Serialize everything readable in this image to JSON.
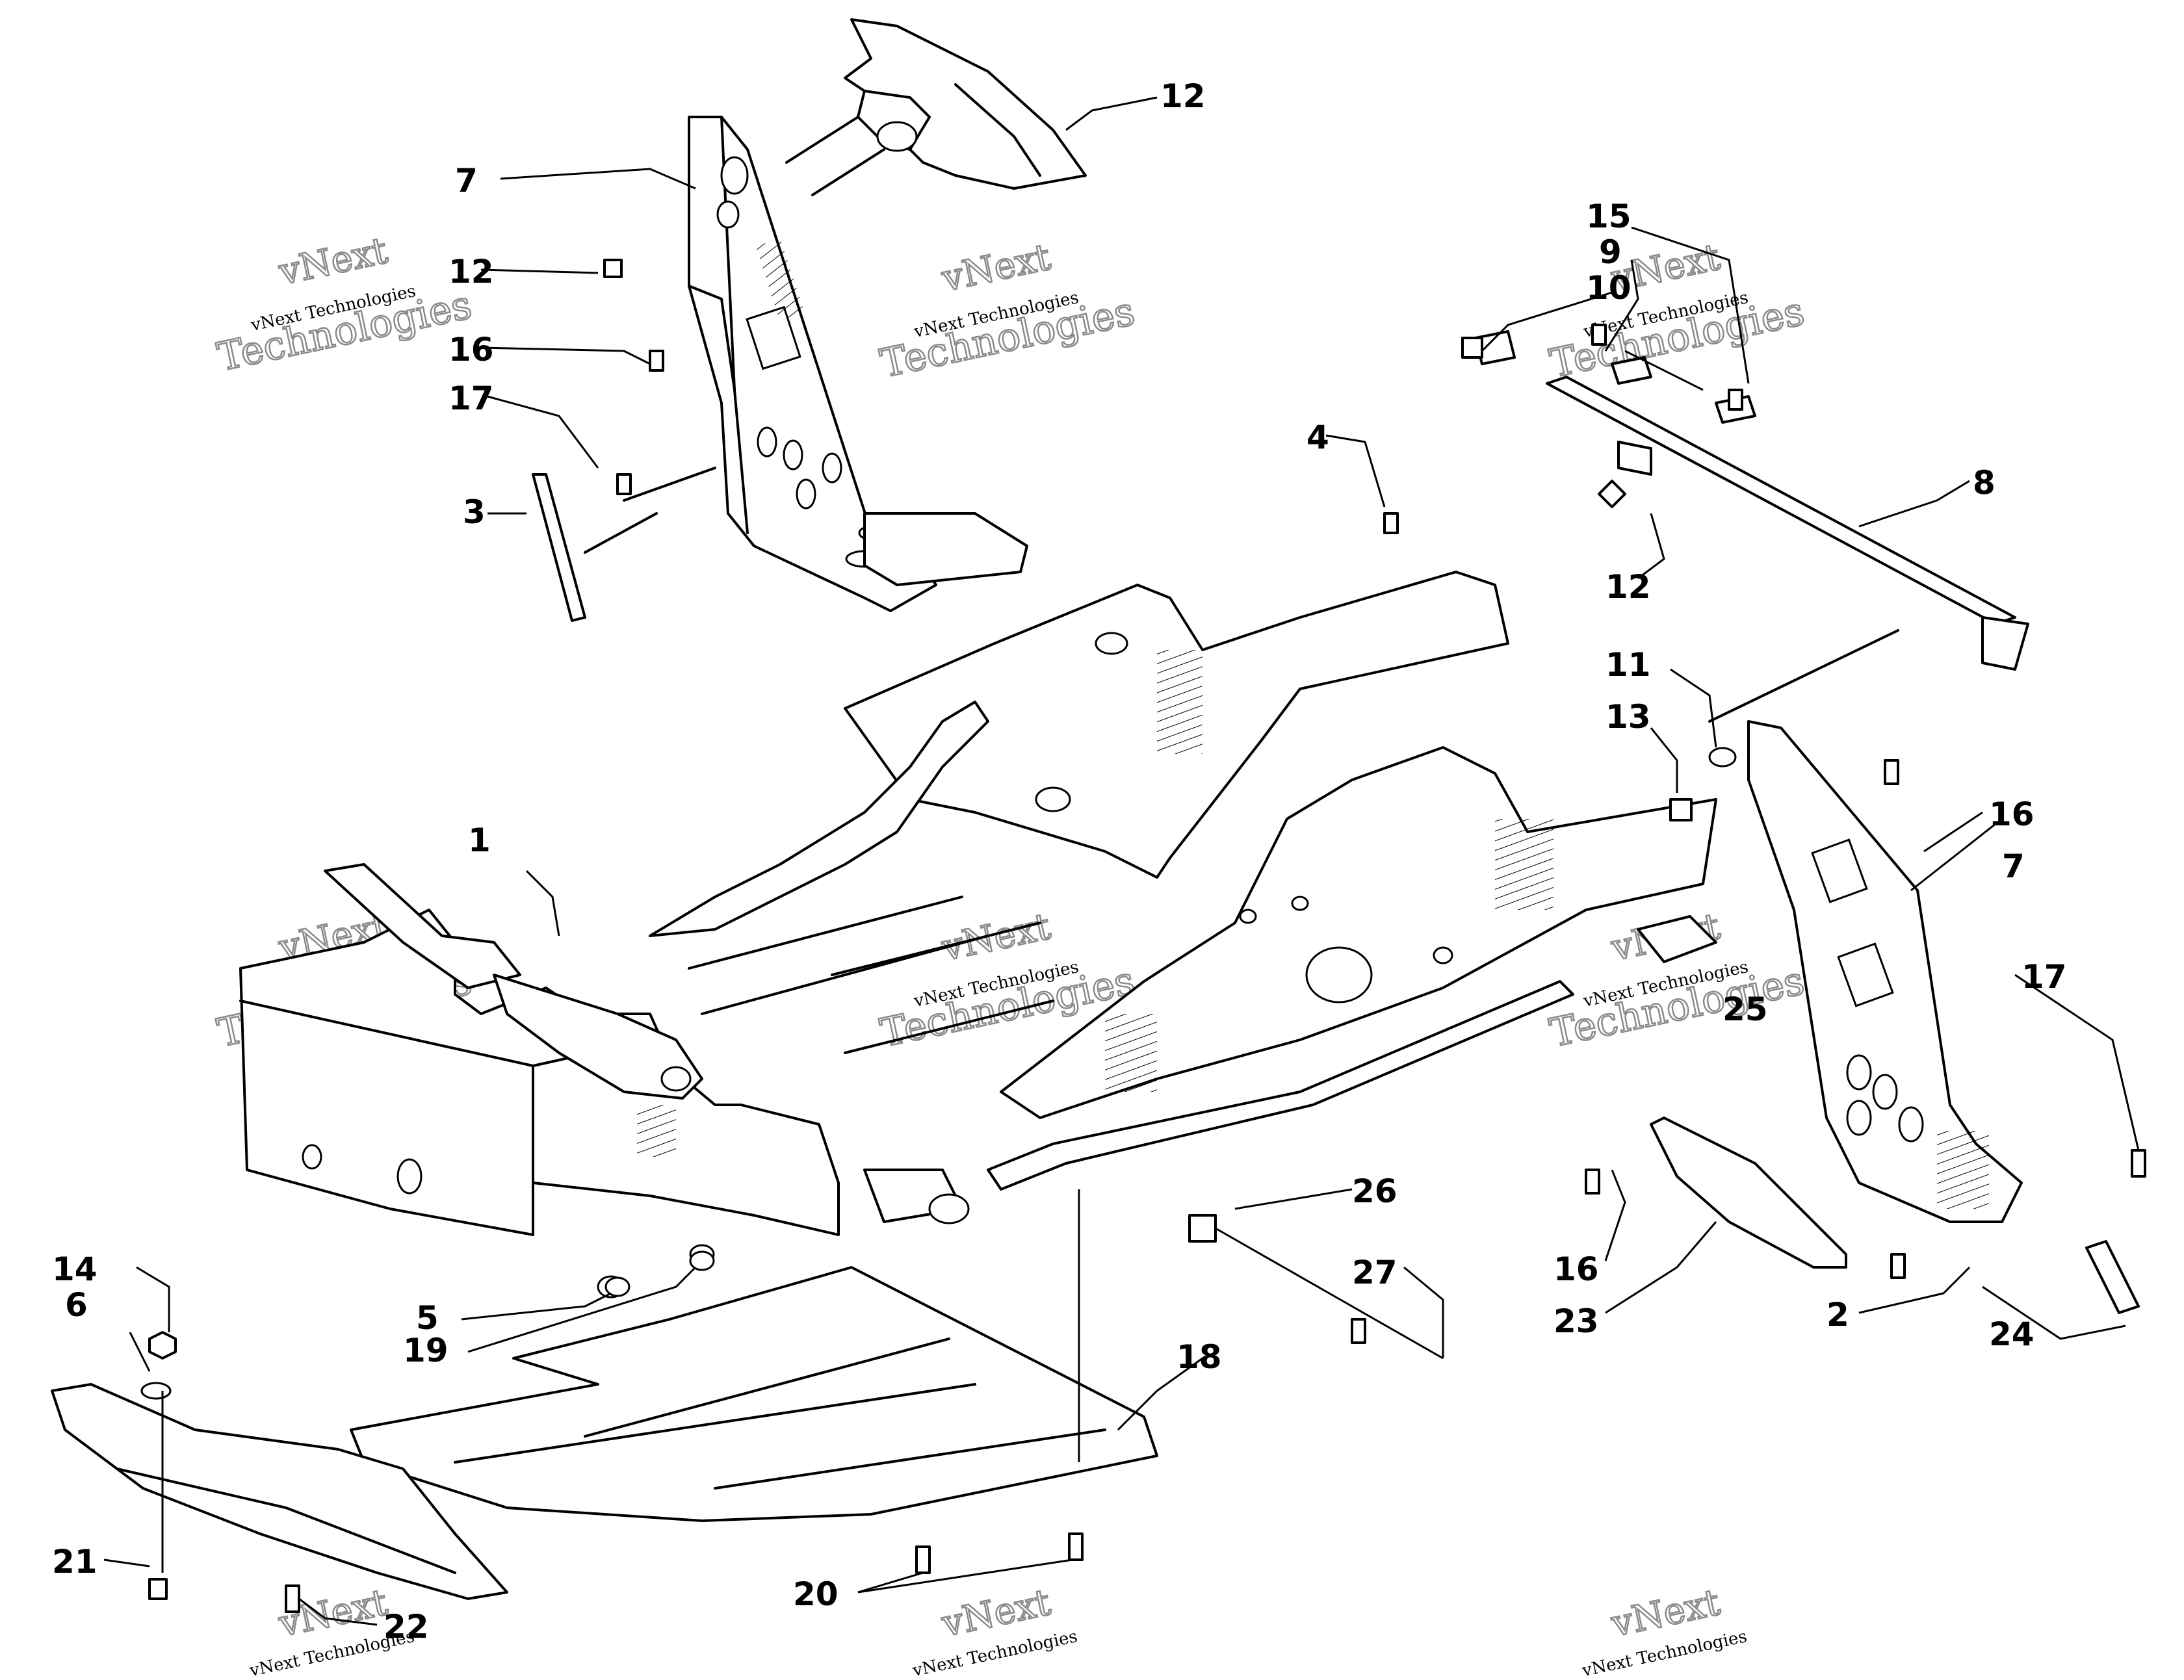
{
  "watermark": {
    "line1": "vNext",
    "line2": "vNext Technologies",
    "line3": "Technologies"
  },
  "callouts": [
    {
      "id": "1",
      "text": "1"
    },
    {
      "id": "2",
      "text": "2"
    },
    {
      "id": "3",
      "text": "3"
    },
    {
      "id": "4",
      "text": "4"
    },
    {
      "id": "5",
      "text": "5"
    },
    {
      "id": "6",
      "text": "6"
    },
    {
      "id": "7a",
      "text": "7"
    },
    {
      "id": "7b",
      "text": "7"
    },
    {
      "id": "8",
      "text": "8"
    },
    {
      "id": "9",
      "text": "9"
    },
    {
      "id": "10",
      "text": "10"
    },
    {
      "id": "11",
      "text": "11"
    },
    {
      "id": "12a",
      "text": "12"
    },
    {
      "id": "12b",
      "text": "12"
    },
    {
      "id": "12c",
      "text": "12"
    },
    {
      "id": "13",
      "text": "13"
    },
    {
      "id": "14",
      "text": "14"
    },
    {
      "id": "15",
      "text": "15"
    },
    {
      "id": "16a",
      "text": "16"
    },
    {
      "id": "16b",
      "text": "16"
    },
    {
      "id": "16c",
      "text": "16"
    },
    {
      "id": "17a",
      "text": "17"
    },
    {
      "id": "17b",
      "text": "17"
    },
    {
      "id": "18",
      "text": "18"
    },
    {
      "id": "19",
      "text": "19"
    },
    {
      "id": "20",
      "text": "20"
    },
    {
      "id": "21",
      "text": "21"
    },
    {
      "id": "22",
      "text": "22"
    },
    {
      "id": "23",
      "text": "23"
    },
    {
      "id": "24",
      "text": "24"
    },
    {
      "id": "25",
      "text": "25"
    },
    {
      "id": "26",
      "text": "26"
    },
    {
      "id": "27",
      "text": "27"
    }
  ]
}
